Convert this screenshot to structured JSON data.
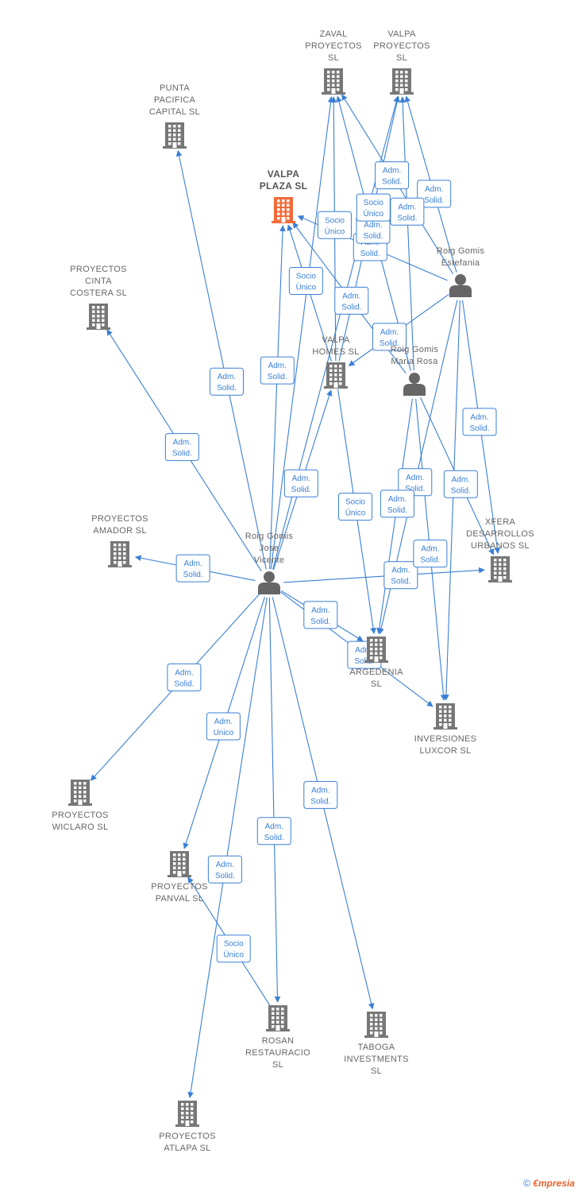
{
  "credit": {
    "symbol": "©",
    "brand": "€mpresia"
  },
  "colors": {
    "edge": "#3a7fd5",
    "company": "#777777",
    "focus": "#f26a3a",
    "person": "#666666"
  },
  "nodes": [
    {
      "id": "punta",
      "type": "company",
      "label": [
        "PUNTA",
        "PACIFICA",
        "CAPITAL  SL"
      ]
    },
    {
      "id": "zaval",
      "type": "company",
      "label": [
        "ZAVAL",
        "PROYECTOS",
        "SL"
      ]
    },
    {
      "id": "valpa_proy",
      "type": "company",
      "label": [
        "VALPA",
        "PROYECTOS",
        "SL"
      ]
    },
    {
      "id": "valpa_plaza",
      "type": "company",
      "focus": true,
      "label": [
        "VALPA",
        "PLAZA  SL"
      ]
    },
    {
      "id": "cinta",
      "type": "company",
      "label": [
        "PROYECTOS",
        "CINTA",
        "COSTERA  SL"
      ]
    },
    {
      "id": "valpa_homes",
      "type": "company",
      "label": [
        "VALPA",
        "HOMES  SL"
      ]
    },
    {
      "id": "estefania",
      "type": "person",
      "label": [
        "Roig Gomis",
        "Estefania"
      ]
    },
    {
      "id": "maria",
      "type": "person",
      "label": [
        "Roig Gomis",
        "Maria Rosa"
      ]
    },
    {
      "id": "jose",
      "type": "person",
      "label": [
        "Roig Gomis",
        "Jose",
        "Vicente"
      ]
    },
    {
      "id": "amador",
      "type": "company",
      "label": [
        "PROYECTOS",
        "AMADOR  SL"
      ]
    },
    {
      "id": "xfera",
      "type": "company",
      "label": [
        "XFERA",
        "DESARROLLOS",
        "URBANOS SL"
      ]
    },
    {
      "id": "argedenia",
      "type": "company",
      "label": [
        "ARGEDENIA",
        "SL"
      ]
    },
    {
      "id": "luxcor",
      "type": "company",
      "label": [
        "INVERSIONES",
        "LUXCOR  SL"
      ]
    },
    {
      "id": "wiclaro",
      "type": "company",
      "label": [
        "PROYECTOS",
        "WICLARO  SL"
      ]
    },
    {
      "id": "panval",
      "type": "company",
      "label": [
        "PROYECTOS",
        "PANVAL  SL"
      ]
    },
    {
      "id": "rosan",
      "type": "company",
      "label": [
        "ROSAN",
        "RESTAURACIO",
        "SL"
      ]
    },
    {
      "id": "taboga",
      "type": "company",
      "label": [
        "TABOGA",
        "INVESTMENTS",
        "SL"
      ]
    },
    {
      "id": "atlapa",
      "type": "company",
      "label": [
        "PROYECTOS",
        "ATLAPA  SL"
      ]
    }
  ],
  "edges": [
    {
      "from": "jose",
      "to": "punta",
      "label": [
        "Adm.",
        "Solid."
      ]
    },
    {
      "from": "jose",
      "to": "cinta",
      "label": [
        "Adm.",
        "Solid."
      ]
    },
    {
      "from": "jose",
      "to": "valpa_plaza",
      "label": [
        "Adm.",
        "Solid."
      ]
    },
    {
      "from": "jose",
      "to": "valpa_homes",
      "label": [
        "Adm.",
        "Solid."
      ]
    },
    {
      "from": "jose",
      "to": "zaval",
      "label": []
    },
    {
      "from": "jose",
      "to": "valpa_proy",
      "label": []
    },
    {
      "from": "jose",
      "to": "amador",
      "label": [
        "Adm.",
        "Solid."
      ]
    },
    {
      "from": "jose",
      "to": "xfera",
      "label": [
        "Adm.",
        "Solid."
      ]
    },
    {
      "from": "jose",
      "to": "argedenia",
      "label": [
        "Adm.",
        "Solid."
      ]
    },
    {
      "from": "jose",
      "to": "luxcor",
      "label": [
        "Adm.",
        "Solid."
      ]
    },
    {
      "from": "jose",
      "to": "wiclaro",
      "label": [
        "Adm.",
        "Solid."
      ]
    },
    {
      "from": "jose",
      "to": "panval",
      "label": [
        "Adm.",
        "Unico"
      ]
    },
    {
      "from": "jose",
      "to": "rosan",
      "label": [
        "Adm.",
        "Solid."
      ]
    },
    {
      "from": "jose",
      "to": "taboga",
      "label": [
        "Adm.",
        "Solid."
      ]
    },
    {
      "from": "jose",
      "to": "atlapa",
      "label": [
        "Adm.",
        "Solid."
      ]
    },
    {
      "from": "rosan",
      "to": "panval",
      "label": [
        "Socio",
        "Único"
      ]
    },
    {
      "from": "valpa_homes",
      "to": "zaval",
      "label": [
        "Socio",
        "Único"
      ]
    },
    {
      "from": "valpa_homes",
      "to": "valpa_plaza",
      "label": [
        "Socio",
        "Único"
      ]
    },
    {
      "from": "valpa_homes",
      "to": "argedenia",
      "label": [
        "Socio",
        "Único"
      ]
    },
    {
      "from": "estefania",
      "to": "zaval",
      "label": [
        "Adm.",
        "Solid."
      ]
    },
    {
      "from": "estefania",
      "to": "valpa_proy",
      "label": [
        "Adm.",
        "Solid."
      ]
    },
    {
      "from": "estefania",
      "to": "valpa_plaza",
      "label": [
        "Adm.",
        "Solid."
      ]
    },
    {
      "from": "estefania",
      "to": "valpa_homes",
      "label": [
        "Adm.",
        "Solid."
      ]
    },
    {
      "from": "estefania",
      "to": "xfera",
      "label": [
        "Adm.",
        "Solid."
      ]
    },
    {
      "from": "estefania",
      "to": "argedenia",
      "label": [
        "Adm.",
        "Solid."
      ]
    },
    {
      "from": "estefania",
      "to": "luxcor",
      "label": []
    },
    {
      "from": "maria",
      "to": "zaval",
      "label": [
        "Adm.",
        "Solid."
      ]
    },
    {
      "from": "maria",
      "to": "valpa_proy",
      "label": [
        "Adm.",
        "Solid."
      ]
    },
    {
      "from": "maria",
      "to": "valpa_plaza",
      "label": [
        "Adm.",
        "Solid."
      ]
    },
    {
      "from": "maria",
      "to": "xfera",
      "label": [
        "Adm.",
        "Solid."
      ]
    },
    {
      "from": "maria",
      "to": "argedenia",
      "label": [
        "Adm.",
        "Solid."
      ]
    },
    {
      "from": "maria",
      "to": "luxcor",
      "label": [
        "Adm.",
        "Solid."
      ]
    },
    {
      "from": "valpa_homes",
      "to": "valpa_proy",
      "label": [
        "Socio",
        "Único"
      ]
    }
  ]
}
